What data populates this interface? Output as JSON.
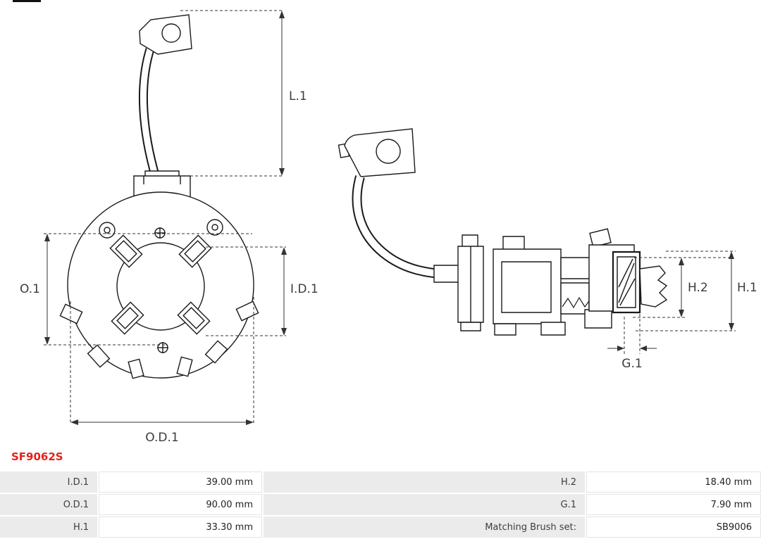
{
  "part_number": "SF9062S",
  "colors": {
    "part_number_red": "#e2231a",
    "table_label_bg": "#ebebeb",
    "line_color": "#1a1a1a",
    "dim_text": "#3c3c3c"
  },
  "diagram": {
    "labels": {
      "l1": "L.1",
      "o1": "O.1",
      "id1": "I.D.1",
      "od1": "O.D.1",
      "h2": "H.2",
      "h1": "H.1",
      "g1": "G.1"
    }
  },
  "table": {
    "rows": [
      {
        "label1": "I.D.1",
        "value1": "39.00 mm",
        "label2": "H.2",
        "value2": "18.40 mm"
      },
      {
        "label1": "O.D.1",
        "value1": "90.00 mm",
        "label2": "G.1",
        "value2": "7.90 mm"
      },
      {
        "label1": "H.1",
        "value1": "33.30 mm",
        "label2": "Matching Brush set:",
        "value2": "SB9006"
      }
    ]
  }
}
